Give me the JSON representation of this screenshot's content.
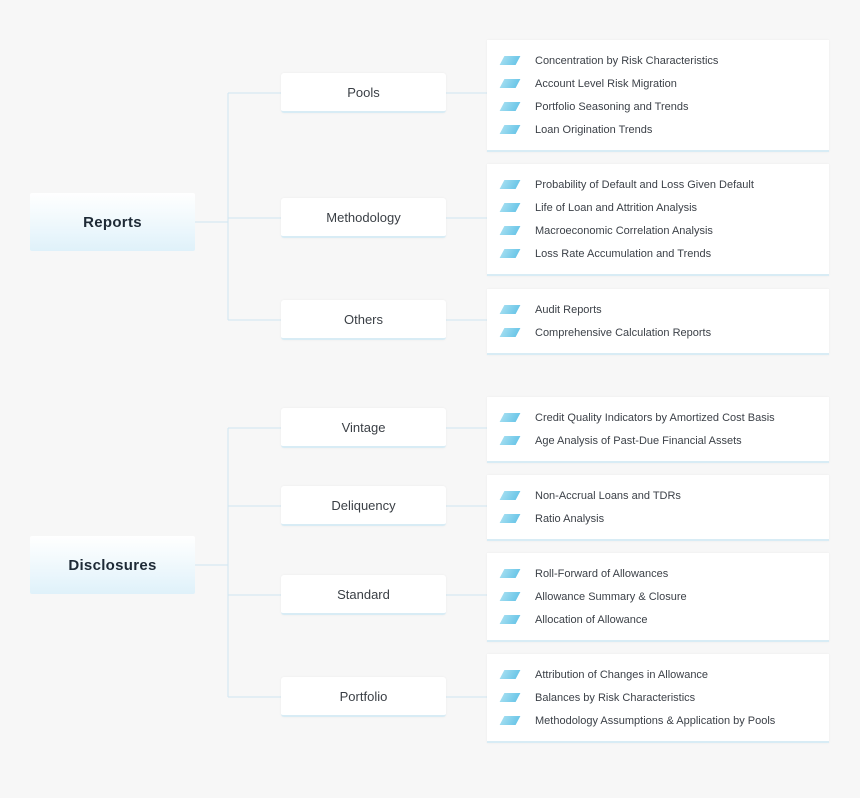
{
  "colors": {
    "connector": "#cfe6f2",
    "tag_start": "#9fdcf0",
    "tag_end": "#6cc6e8"
  },
  "groups": [
    {
      "label": "Reports",
      "children": [
        {
          "label": "Pools",
          "items": [
            "Concentration by Risk Characteristics",
            "Account Level Risk Migration",
            "Portfolio Seasoning and Trends",
            "Loan Origination Trends"
          ]
        },
        {
          "label": "Methodology",
          "items": [
            "Probability of Default and Loss Given Default",
            "Life of Loan and Attrition Analysis",
            "Macroeconomic Correlation Analysis",
            "Loss Rate Accumulation and Trends"
          ]
        },
        {
          "label": "Others",
          "items": [
            "Audit Reports",
            "Comprehensive Calculation Reports"
          ]
        }
      ]
    },
    {
      "label": "Disclosures",
      "children": [
        {
          "label": "Vintage",
          "items": [
            "Credit Quality Indicators by Amortized Cost Basis",
            "Age Analysis of Past-Due Financial Assets"
          ]
        },
        {
          "label": "Deliquency",
          "items": [
            "Non-Accrual Loans and TDRs",
            "Ratio Analysis"
          ]
        },
        {
          "label": "Standard",
          "items": [
            "Roll-Forward of Allowances",
            "Allowance Summary & Closure",
            "Allocation of Allowance"
          ]
        },
        {
          "label": "Portfolio",
          "items": [
            "Attribution of Changes in Allowance",
            "Balances by Risk Characteristics",
            "Methodology Assumptions & Application by Pools"
          ]
        }
      ]
    }
  ]
}
